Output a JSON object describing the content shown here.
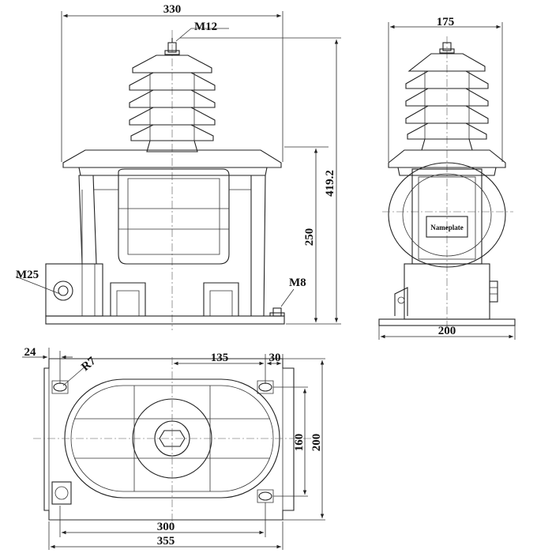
{
  "front_view": {
    "width_label": "330",
    "height_total_label": "419.2",
    "height_body_label": "250",
    "top_thread_label": "M12",
    "side_thread_label": "M25",
    "ground_thread_label": "M8"
  },
  "side_view": {
    "top_width_label": "175",
    "base_width_label": "200",
    "nameplate_label": "Nameplate"
  },
  "top_view": {
    "corner_offset_label": "24",
    "corner_radius_label": "R7",
    "center_offset_label": "135",
    "edge_offset_label": "30",
    "hole_spacing_label": "160",
    "base_depth_label": "200",
    "hole_pitch_label": "300",
    "base_length_label": "355"
  }
}
